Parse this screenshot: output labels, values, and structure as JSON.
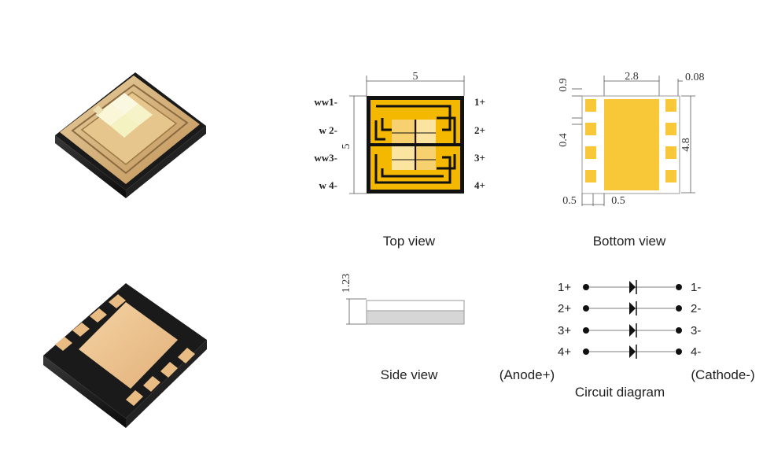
{
  "top_view": {
    "caption": "Top view",
    "dim_width": "5",
    "dim_height": "5",
    "left_pins": [
      "ww1-",
      "w 2-",
      "ww3-",
      "w 4-"
    ],
    "right_pins": [
      "1+",
      "2+",
      "3+",
      "4+"
    ]
  },
  "bottom_view": {
    "caption": "Bottom view",
    "dim_center_width": "2.8",
    "dim_gap": "0.08",
    "dim_top": "0.9",
    "dim_pad_pitch": "0.4",
    "dim_height": "4.8",
    "dim_pad_width": "0.5",
    "dim_pad_gap": "0.5"
  },
  "side_view": {
    "caption": "Side view",
    "dim_thickness": "1.23"
  },
  "circuit": {
    "caption": "Circuit diagram",
    "anode_label": "(Anode+)",
    "cathode_label": "(Cathode-)",
    "left_labels": [
      "1+",
      "2+",
      "3+",
      "4+"
    ],
    "right_labels": [
      "1-",
      "2-",
      "3-",
      "4-"
    ]
  },
  "colors": {
    "gold": "#f5b800",
    "gold_light": "#f7d070",
    "pad_gold": "#f8c838",
    "copper": "#d8a86a",
    "black": "#111111",
    "dim_line": "#555555"
  }
}
